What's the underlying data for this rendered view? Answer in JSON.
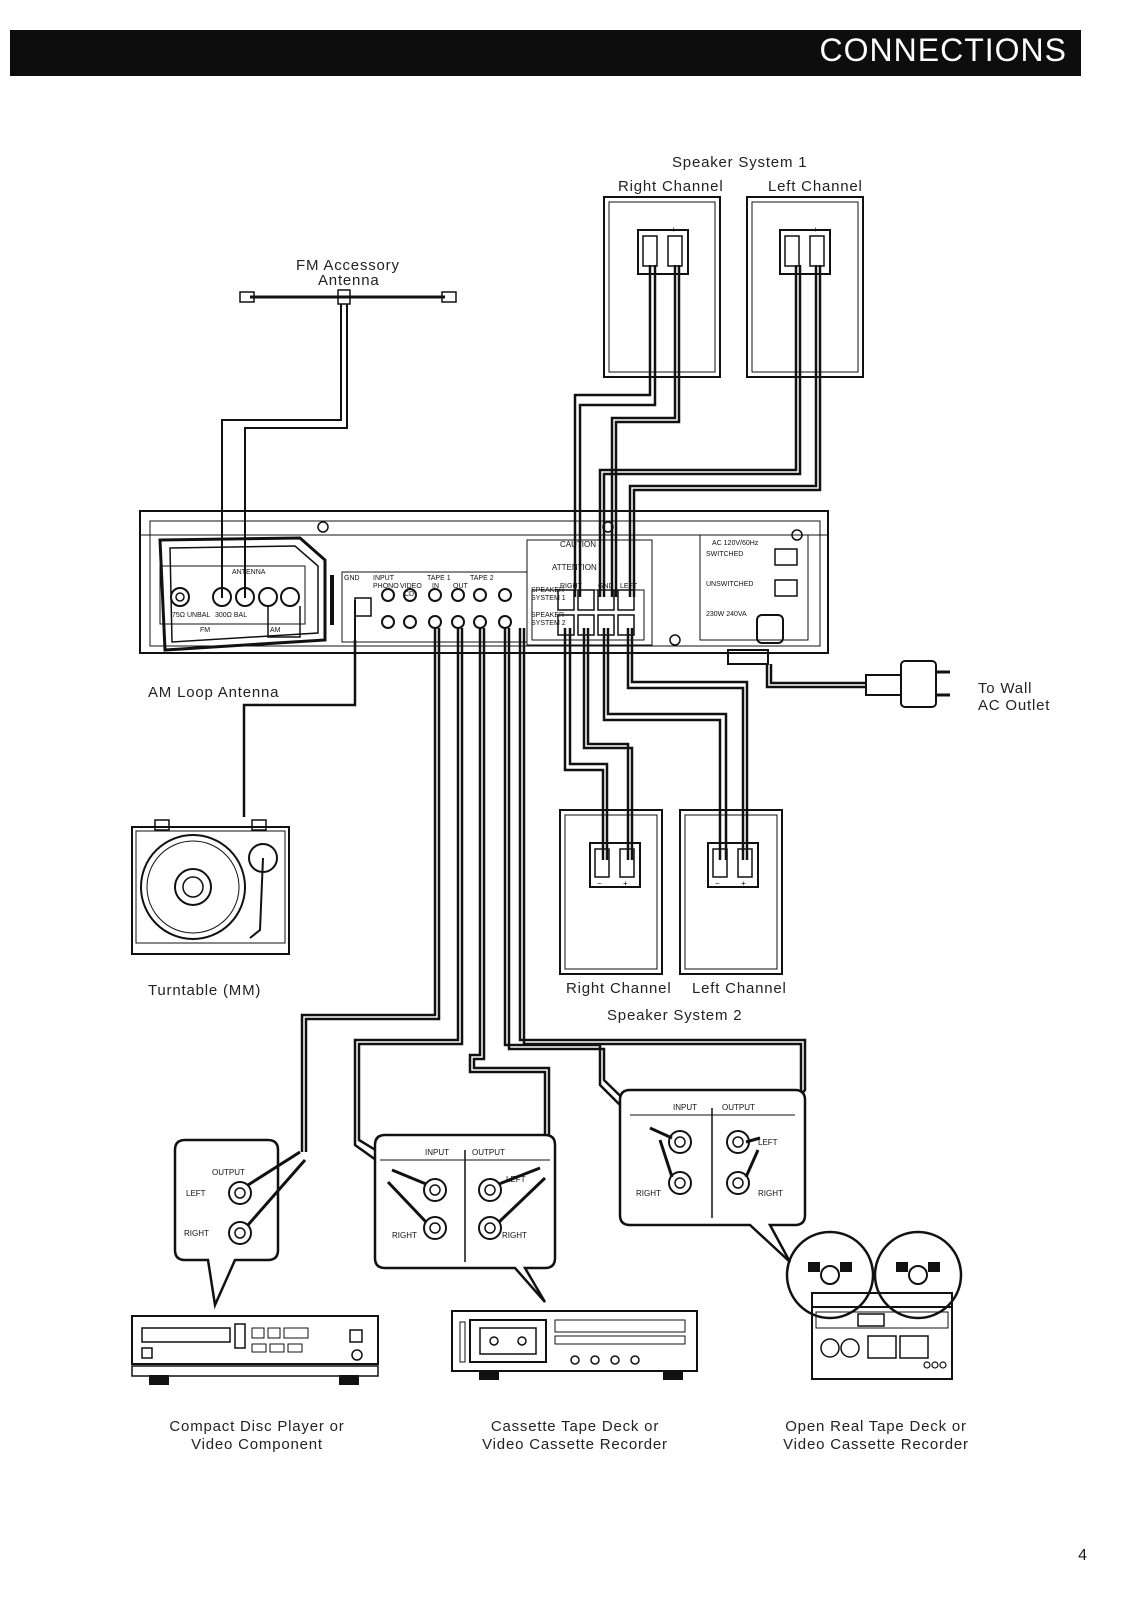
{
  "header": {
    "title": "CONNECTIONS"
  },
  "labels": {
    "speaker_system_1": "Speaker System 1",
    "ss1_right": "Right Channel",
    "ss1_left": "Left Channel",
    "fm_antenna_line1": "FM Accessory",
    "fm_antenna_line2": "Antenna",
    "am_loop": "AM Loop Antenna",
    "wall_line1": "To Wall",
    "wall_line2": "AC Outlet",
    "turntable": "Turntable (MM)",
    "ss2_right": "Right Channel",
    "ss2_left": "Left Channel",
    "speaker_system_2": "Speaker System 2",
    "cd_line1": "Compact Disc Player or",
    "cd_line2": "Video Component",
    "cassette_line1": "Cassette Tape Deck or",
    "cassette_line2": "Video Cassette Recorder",
    "reel_line1": "Open Real Tape Deck or",
    "reel_line2": "Video Cassette Recorder"
  },
  "callouts": {
    "cd": {
      "output": "OUTPUT",
      "left": "LEFT",
      "right": "RIGHT"
    },
    "cassette": {
      "input": "INPUT",
      "output": "OUTPUT",
      "left": "LEFT",
      "right": "RIGHT"
    },
    "reel": {
      "input": "INPUT",
      "output": "OUTPUT",
      "left": "LEFT",
      "right": "RIGHT"
    }
  },
  "panel": {
    "caution": "CAUTION",
    "attention": "ATTENTION",
    "speaker_1": "SPEAKER",
    "system_1": "SYSTEM 1",
    "speaker_2": "SPEAKER",
    "system_2": "SYSTEM 2",
    "right": "RIGHT",
    "left": "LEFT",
    "gnd": "GND",
    "input": "INPUT",
    "tape1": "TAPE 1",
    "tape2": "TAPE 2",
    "phono": "PHONO",
    "video": "VIDEO",
    "cd": "CD",
    "in": "IN",
    "out": "OUT",
    "ac_rating": "AC 120V/60Hz",
    "switched": "SWITCHED",
    "unswitched": "UNSWITCHED",
    "power": "230W 240VA",
    "fm_75": "75Ω UNBAL",
    "fm_300": "300Ω BAL",
    "am": "AM",
    "fm": "FM",
    "antenna": "ANTENNA"
  },
  "speaker_terminal_signs": {
    "minus": "−",
    "plus": "+"
  },
  "page_number": "4"
}
